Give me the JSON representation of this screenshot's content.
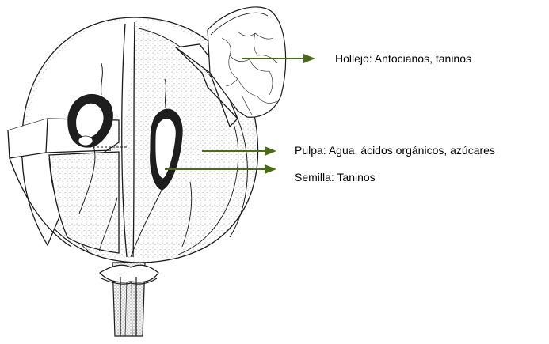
{
  "labels": {
    "hollejo": "Hollejo: Antocianos, taninos",
    "pulpa": "Pulpa: Agua, ácidos orgánicos, azúcares",
    "semilla": "Semilla: Taninos"
  },
  "colors": {
    "arrow": "#4b6b1a",
    "ink": "#1a1a1a",
    "background": "#ffffff"
  }
}
